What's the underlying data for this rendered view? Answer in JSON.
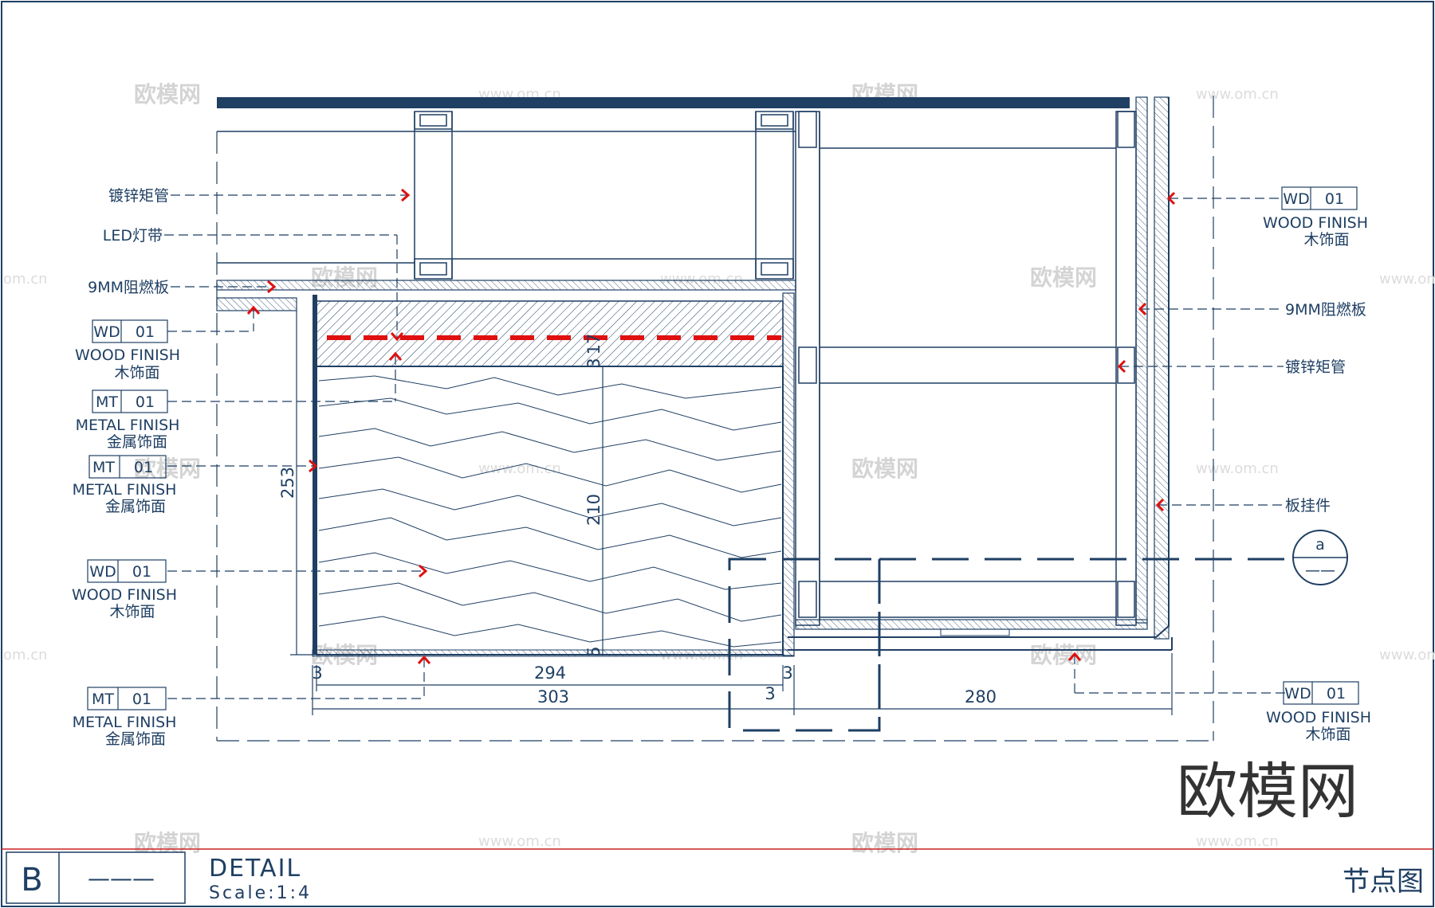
{
  "drawing": {
    "title": "DETAIL",
    "scale": "Scale:1:4",
    "title_cn": "节点图",
    "sheet_letter": "B",
    "sheet_ref": "———"
  },
  "callouts": {
    "left": [
      {
        "text": "镀锌矩管"
      },
      {
        "text": "LED灯带"
      },
      {
        "text": "9MM阻燃板"
      },
      {
        "code": "WD",
        "num": "01",
        "finish": "WOOD FINISH",
        "cn": "木饰面"
      },
      {
        "code": "MT",
        "num": "01",
        "finish": "METAL FINISH",
        "cn": "金属饰面"
      },
      {
        "code": "MT",
        "num": "01",
        "finish": "METAL FINISH",
        "cn": "金属饰面"
      },
      {
        "code": "WD",
        "num": "01",
        "finish": "WOOD FINISH",
        "cn": "木饰面"
      },
      {
        "code": "MT",
        "num": "01",
        "finish": "METAL FINISH",
        "cn": "金属饰面"
      }
    ],
    "right": [
      {
        "code": "WD",
        "num": "01",
        "finish": "WOOD FINISH",
        "cn": "木饰面"
      },
      {
        "text": "9MM阻燃板"
      },
      {
        "text": "镀锌矩管"
      },
      {
        "text": "板挂件"
      },
      {
        "code": "WD",
        "num": "01",
        "finish": "WOOD FINISH",
        "cn": "木饰面"
      }
    ]
  },
  "dimensions": {
    "d253": "253",
    "d210": "210",
    "d17": "17",
    "d294": "294",
    "d303": "303",
    "d280": "280",
    "d3a": "3",
    "d3b": "3",
    "d3c": "3",
    "d3d": "3",
    "d5": "5"
  },
  "section_marker": {
    "top": "a",
    "bottom": "——"
  },
  "watermark": {
    "brand": "欧模网",
    "url": "www.om.cn",
    "url_short": "om.cn"
  },
  "colors": {
    "line": "#1f3f63",
    "arrow": "#e01010",
    "frame_red": "#cc2222"
  }
}
